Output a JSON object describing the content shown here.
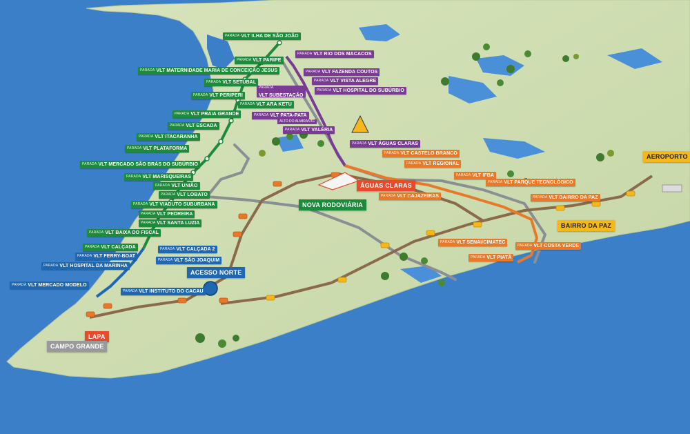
{
  "colors": {
    "sea": "#3a7fc8",
    "land": "#cfdcb0",
    "green_line": "#1d8a3c",
    "purple_line": "#7a3b94",
    "orange_line": "#e77a2a",
    "blue_line": "#1f67b0",
    "rail": "#8b6a4a",
    "road": "#8a8f93",
    "water": "#4a90d9"
  },
  "prefix": "PARADA",
  "stations_green": [
    "VLT ILHA DE SÃO JOÃO",
    "VLT PARIPE",
    "VLT MATERNIDADE MARIA DE CONCEIÇÃO JESUS",
    "VLT SETÚBAL",
    "VLT PERIPERI",
    "VLT ARA KETU",
    "VLT PRAIA GRANDE",
    "VLT ESCADA",
    "VLT ITACARANHA",
    "VLT PLATAFORMA",
    "VLT  MERCADO SÃO BRÁS DO SUBÚRBIO",
    "VLT MARISQUEIRAS",
    "VLT UNIÃO",
    "VLT LOBATO",
    "VLT VIADUTO SUBURBANA",
    "VLT PEDREIRA",
    "VLT SANTA LUZIA",
    "VLT BAIXA DO FISCAL",
    "VLT CALÇADA",
    "VLT FERRY-BOAT",
    "VLT HOSPITAL DA MARINHA",
    "VLT MERCADO MODELO"
  ],
  "stations_purple": [
    "VLT RIO DOS MACACOS",
    "VLT FAZENDA COUTOS",
    "VLT VISTA ALEGRE",
    "VLT HOSPITAL DO SUBÚRBIO",
    "VLT SUBESTAÇÃO",
    "VLT PATA-PATA",
    "VLT VALÉRIA",
    "VLT ÁGUAS CLARAS"
  ],
  "pata_pata_sub": "ALTO DO ALMIRANTE",
  "stations_orange": [
    "VLT CASTELO BRANCO",
    "VLT REGIONAL",
    "VLT IFBA",
    "VLT PARQUE TECNOLÓGICO",
    "VLT CAJAZEIRAS",
    "VLT BAIRRO DA PAZ",
    "VLT SENAI/CIMATEC",
    "VLT COSTA VERDE",
    "VLT PIATÃ"
  ],
  "stations_blue": [
    "VLT CALÇADA 2",
    "VLT SÃO JOAQUIM",
    "VLT INSTITUTO DO CACAU"
  ],
  "terminals": {
    "aguas_claras": "ÁGUAS CLARAS",
    "nova_rodoviaria": "NOVA RODOVIÁRIA",
    "acesso_norte": "ACESSO NORTE",
    "lapa": "LAPA",
    "campo_grande": "CAMPO GRANDE",
    "bairro_da_paz": "BAIRRO DA PAZ",
    "aeroporto": "AEROPORTO"
  }
}
